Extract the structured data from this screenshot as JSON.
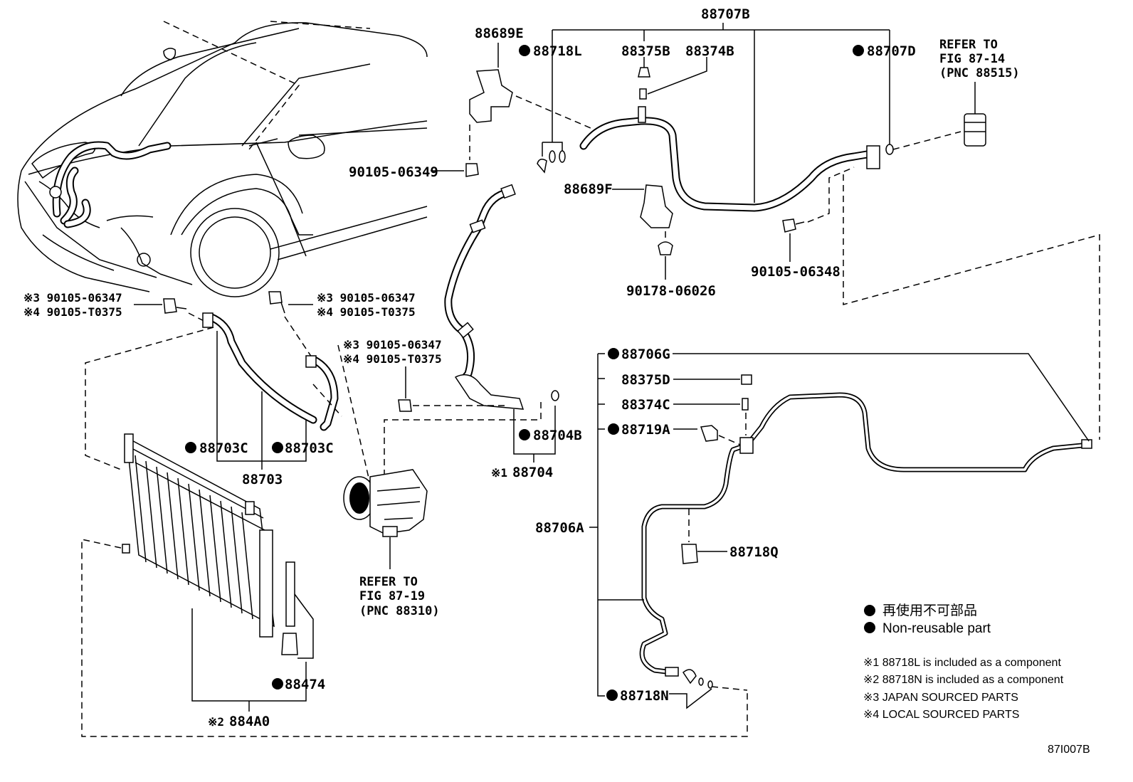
{
  "labels": {
    "p88707B": "88707B",
    "p88689E": "88689E",
    "p88718L": "88718L",
    "p88375B": "88375B",
    "p88374B": "88374B",
    "p88707D": "88707D",
    "p90105_06349": "90105-06349",
    "p88689F": "88689F",
    "p90105_06348": "90105-06348",
    "p90178_06026": "90178-06026",
    "p88706G": "88706G",
    "p88375D": "88375D",
    "p88374C": "88374C",
    "p88719A": "88719A",
    "p88706A": "88706A",
    "p88718Q": "88718Q",
    "p88718N": "88718N",
    "p88703C_a": "88703C",
    "p88703C_b": "88703C",
    "p88703": "88703",
    "p88704B": "88704B",
    "p88704": "88704",
    "p88474": "88474",
    "p884A0": "884A0",
    "bolt1_line1": "※3 90105-06347",
    "bolt1_line2": "※4 90105-T0375",
    "bolt2_line1": "※3 90105-06347",
    "bolt2_line2": "※4 90105-T0375",
    "bolt3_line1": "※3 90105-06347",
    "bolt3_line2": "※4 90105-T0375",
    "mark_88704": "※1",
    "mark_884A0": "※2",
    "figure_code": "87I007B"
  },
  "refs": {
    "ref_87_14": {
      "line1": "REFER TO",
      "line2": "FIG 87-14",
      "line3": "(PNC 88515)"
    },
    "ref_87_19": {
      "line1": "REFER TO",
      "line2": "FIG 87-19",
      "line3": "(PNC 88310)"
    }
  },
  "legend": {
    "non_reusable_jp": "再使用不可部品",
    "non_reusable_en": "Non-reusable part"
  },
  "notes": [
    "※1 88718L is included as a component",
    "※2 88718N is included as a component",
    "※3 JAPAN SOURCED PARTS",
    "※4 LOCAL SOURCED PARTS"
  ]
}
